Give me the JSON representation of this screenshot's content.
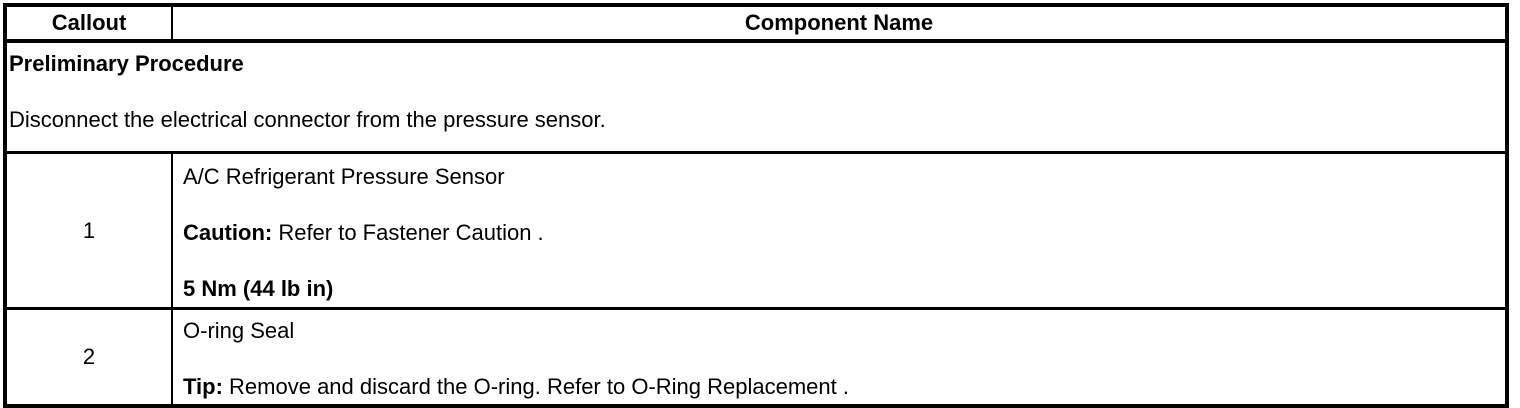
{
  "table": {
    "header": {
      "callout": "Callout",
      "component_name": "Component Name"
    },
    "preliminary": {
      "title": "Preliminary Procedure",
      "body": "Disconnect the electrical connector from the pressure sensor."
    },
    "rows": [
      {
        "callout": "1",
        "paragraphs": [
          {
            "bold_prefix": "",
            "text": "A/C Refrigerant Pressure Sensor"
          },
          {
            "bold_prefix": "Caution:",
            "text": " Refer to Fastener Caution ."
          },
          {
            "bold_prefix": "",
            "text": "5 Nm (44 lb in)"
          }
        ]
      },
      {
        "callout": "2",
        "paragraphs": [
          {
            "bold_prefix": "",
            "text": "O-ring Seal"
          },
          {
            "bold_prefix": "Tip:",
            "text": " Remove and discard the O-ring. Refer to O-Ring Replacement ."
          }
        ]
      }
    ]
  },
  "colors": {
    "border": "#000000",
    "text": "#000000",
    "background": "#ffffff"
  }
}
